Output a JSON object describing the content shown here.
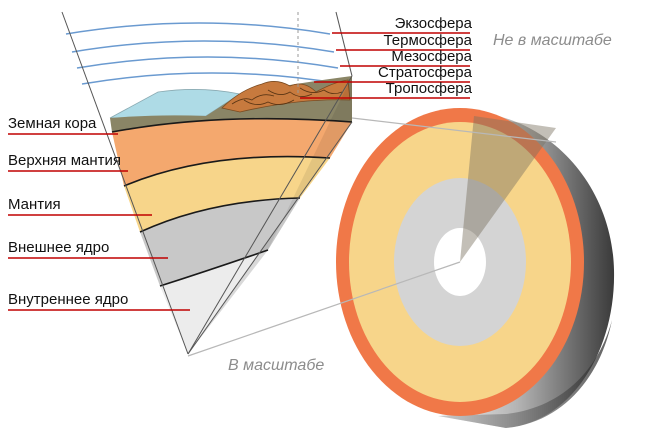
{
  "layers": {
    "crust": "Земная кора",
    "upper_mantle": "Верхняя мантия",
    "mantle": "Мантия",
    "outer_core": "Внешнее ядро",
    "inner_core": "Внутреннее ядро"
  },
  "atmosphere": {
    "exosphere": "Экзосфера",
    "thermosphere": "Термосфера",
    "mesosphere": "Мезосфера",
    "stratosphere": "Стратосфера",
    "troposphere": "Тропосфера"
  },
  "notes": {
    "not_to_scale": "Не в масштабе",
    "to_scale": "В масштабе"
  },
  "colors": {
    "crust": "#8a8566",
    "upper_mantle": "#f4a86e",
    "mantle": "#f7d58a",
    "outer_core": "#c8c8c8",
    "inner_core": "#ececec",
    "ocean": "#aedbe6",
    "mountain": "#c77a3e",
    "label_line": "#c00000",
    "sphere_rim": "#f07848"
  }
}
